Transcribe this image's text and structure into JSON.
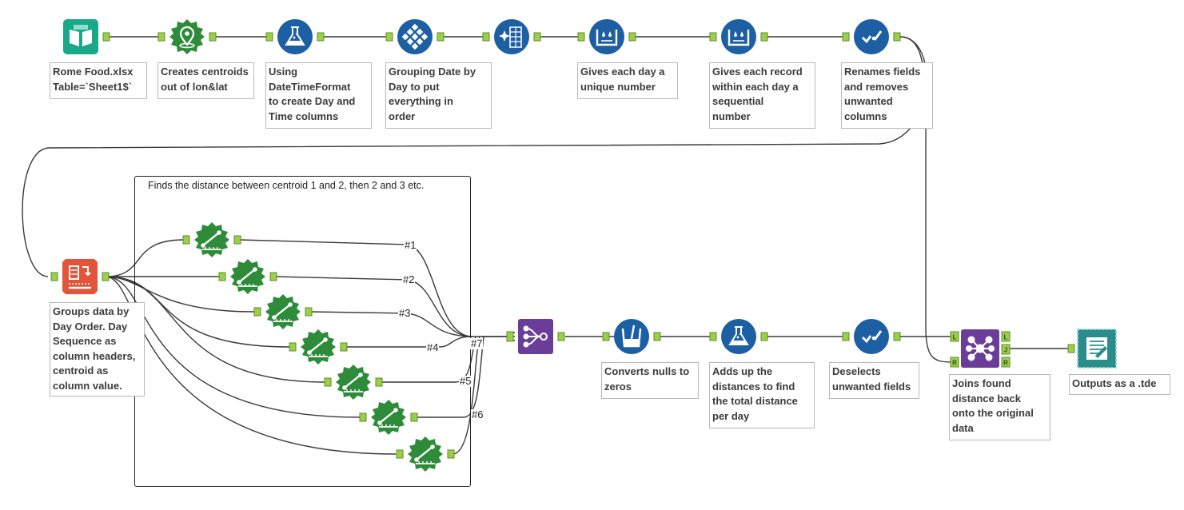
{
  "canvas": {
    "background": "#ffffff"
  },
  "colors": {
    "input_green": "#1aa88a",
    "spatial_green": "#2e8b3a",
    "prep_blue": "#1d5fa3",
    "transform_orange": "#e2553b",
    "join_purple": "#6a3d98",
    "output_teal": "#2b8c8c",
    "anchor_green": "#9bcf4b"
  },
  "container": {
    "title": "Finds the distance between centroid 1 and 2, then 2 and 3 etc."
  },
  "annotations": {
    "input": "Rome Food.xlsx\nTable=`Sheet1$`",
    "centroid": "Creates centroids\nout of lon&lat",
    "datetime": "Using\nDateTimeFormat\nto create Day and\nTime columns",
    "sort": "Grouping Date by\nDay to put\neverything in\norder",
    "tile_day": "Gives each day a\nunique number",
    "tile_record": "Gives each record\nwithin each day a\nsequential\nnumber",
    "select1": "Renames fields\nand removes\nunwanted\ncolumns",
    "crosstab": "Groups data by\nDay Order. Day\nSequence as\ncolumn headers,\ncentroid as\ncolumn value.",
    "multifield": "Converts nulls to\nzeros",
    "summarize": "Adds up the\ndistances to find\nthe total distance\nper day",
    "select2": "Deselects\nunwanted fields",
    "join": "Joins found\ndistance back\nonto the original\ndata",
    "output": "Outputs as a .tde"
  },
  "wire_labels": [
    "#1",
    "#2",
    "#3",
    "#4",
    "#5",
    "#6",
    "#7"
  ],
  "join_anchors": {
    "left": "L",
    "right": "R",
    "out_left": "L",
    "out_join": "J",
    "out_right": "R"
  },
  "tools": [
    {
      "id": "input",
      "icon": "book-input-icon"
    },
    {
      "id": "create_points",
      "icon": "map-pin-icon"
    },
    {
      "id": "formula1",
      "icon": "flask-icon"
    },
    {
      "id": "sort",
      "icon": "diamond-grid-icon"
    },
    {
      "id": "multirow",
      "icon": "sparkle-table-icon"
    },
    {
      "id": "tile_day",
      "icon": "tile-icon"
    },
    {
      "id": "tile_record",
      "icon": "tile-icon"
    },
    {
      "id": "select1",
      "icon": "checkmark-icon"
    },
    {
      "id": "crosstab",
      "icon": "crosstab-icon"
    },
    {
      "id": "distance1",
      "icon": "distance-ruler-icon"
    },
    {
      "id": "distance2",
      "icon": "distance-ruler-icon"
    },
    {
      "id": "distance3",
      "icon": "distance-ruler-icon"
    },
    {
      "id": "distance4",
      "icon": "distance-ruler-icon"
    },
    {
      "id": "distance5",
      "icon": "distance-ruler-icon"
    },
    {
      "id": "distance6",
      "icon": "distance-ruler-icon"
    },
    {
      "id": "distance7",
      "icon": "distance-ruler-icon"
    },
    {
      "id": "union",
      "icon": "union-icon"
    },
    {
      "id": "multifield",
      "icon": "glass-icon"
    },
    {
      "id": "formula2",
      "icon": "flask-icon"
    },
    {
      "id": "select2",
      "icon": "checkmark-icon"
    },
    {
      "id": "join",
      "icon": "join-network-icon"
    },
    {
      "id": "output",
      "icon": "output-data-icon"
    }
  ]
}
